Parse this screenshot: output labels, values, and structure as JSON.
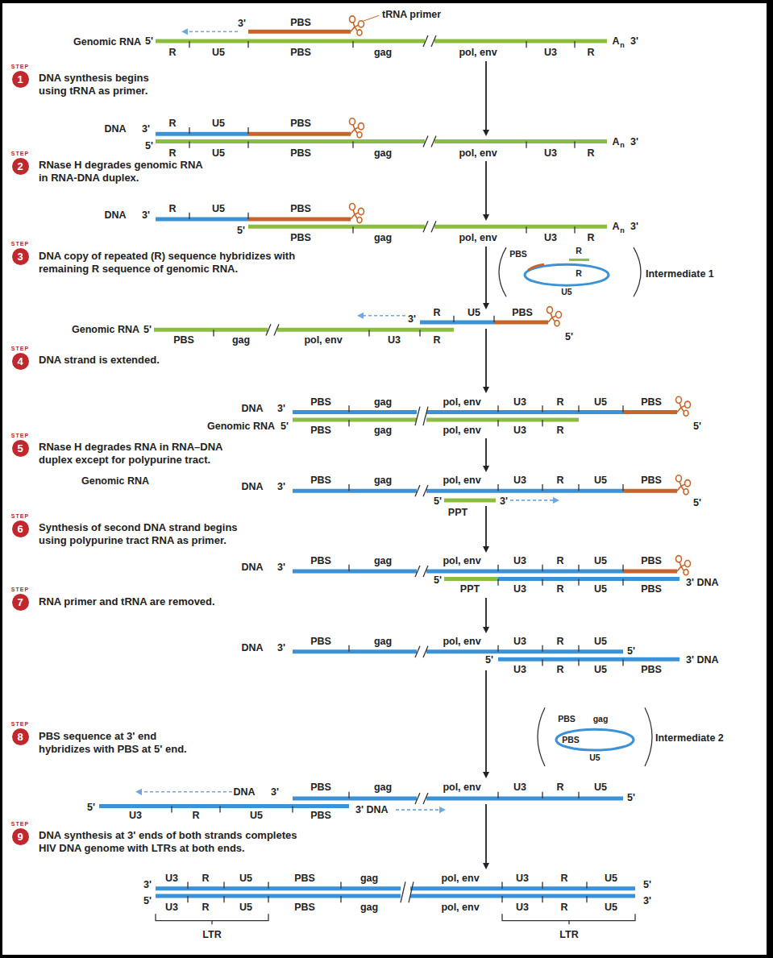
{
  "diagram": {
    "nodes": [
      {
        "text": [
          "STEP",
          "1"
        ]
      },
      {
        "text": [
          "STEP",
          "2"
        ]
      },
      {
        "text": [
          "STEP",
          "3"
        ]
      },
      {
        "text": [
          "STEP",
          "4"
        ]
      },
      {
        "text": [
          "STEP",
          "5"
        ]
      },
      {
        "text": [
          "STEP",
          "6"
        ]
      },
      {
        "text": [
          "STEP",
          "7"
        ]
      },
      {
        "text": [
          "STEP",
          "8"
        ]
      },
      {
        "text": [
          "STEP",
          "9"
        ]
      }
    ],
    "labels": [
      "tRNA primer",
      "3'",
      "PBS",
      "Genomic RNA",
      "5'",
      "R",
      "U5",
      "PBS",
      "gag",
      "pol, env",
      "U3",
      "R",
      "A",
      "n",
      "3'",
      "DNA synthesis begins using tRNA as primer.",
      "DNA",
      "3'",
      "R",
      "U5",
      "PBS",
      "5'",
      "R",
      "U5",
      "PBS",
      "gag",
      "pol, env",
      "U3",
      "R",
      "A",
      "n",
      "3'",
      "RNase H degrades genomic RNA in RNA-DNA duplex.",
      "DNA",
      "3'",
      "R",
      "U5",
      "PBS",
      "5'",
      "PBS",
      "gag",
      "pol, env",
      "U3",
      "R",
      "A",
      "n",
      "3'",
      "DNA copy of repeated (R) sequence hybridizes with remaining R sequence of genomic RNA.",
      "PBS",
      "R",
      "R",
      "U5",
      "Intermediate 1",
      "Genomic RNA",
      "5'",
      "PBS",
      "gag",
      "pol, env",
      "U3",
      "R",
      "3'",
      "R",
      "U5",
      "PBS",
      "5'",
      "DNA strand is extended.",
      "DNA",
      "3'",
      "Genomic RNA",
      "5'",
      "PBS",
      "gag",
      "pol, env",
      "U3",
      "R",
      "U5",
      "PBS",
      "5'",
      "PBS",
      "gag",
      "pol, env",
      "U3",
      "R",
      "RNase H degrades RNA in RNA–DNA duplex except for polypurine tract.",
      "DNA",
      "3'",
      "PBS",
      "gag",
      "pol, env",
      "U3",
      "R",
      "U5",
      "PBS",
      "5'",
      "Genomic RNA",
      "5'",
      "3'",
      "PPT",
      "Synthesis of second DNA strand begins using polypurine tract RNA as primer.",
      "DNA",
      "3'",
      "PBS",
      "gag",
      "pol, env",
      "U3",
      "R",
      "U5",
      "PBS",
      "5'",
      "PPT",
      "U3",
      "R",
      "U5",
      "PBS",
      "3' DNA",
      "RNA primer and tRNA are removed.",
      "DNA",
      "3'",
      "PBS",
      "gag",
      "pol, env",
      "U3",
      "R",
      "U5",
      "5'",
      "5'",
      "U3",
      "R",
      "U5",
      "PBS",
      "3' DNA",
      "PBS sequence at 3' end hybridizes with PBS at 5' end.",
      "PBS",
      "gag",
      "PBS",
      "U5",
      "Intermediate 2",
      "DNA",
      "3'",
      "PBS",
      "gag",
      "pol, env",
      "U3",
      "R",
      "U5",
      "5'",
      "5'",
      "U3",
      "R",
      "U5",
      "PBS",
      "3' DNA",
      "DNA synthesis at 3' ends of both strands completes HIV DNA genome with LTRs at both ends.",
      "3'",
      "5'",
      "U3",
      "R",
      "U5",
      "PBS",
      "gag",
      "pol, env",
      "U3",
      "R",
      "U5",
      "5'",
      "3'",
      "U3",
      "R",
      "U5",
      "PBS",
      "gag",
      "pol, env",
      "U3",
      "R",
      "U5",
      "LTR",
      "LTR"
    ]
  }
}
